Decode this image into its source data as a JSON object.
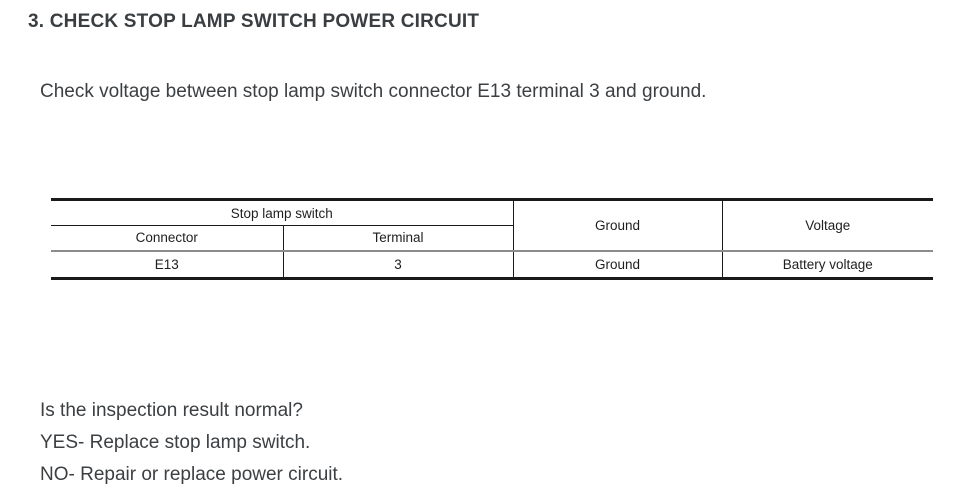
{
  "page": {
    "heading": "3. CHECK STOP LAMP SWITCH POWER CIRCUIT",
    "instruction": "Check voltage between stop lamp switch connector E13 terminal 3 and ground."
  },
  "table": {
    "header": {
      "group": "Stop lamp switch",
      "connector": "Connector",
      "terminal": "Terminal",
      "ground": "Ground",
      "voltage": "Voltage"
    },
    "rows": [
      {
        "connector": "E13",
        "terminal": "3",
        "ground": "Ground",
        "voltage": "Battery voltage"
      }
    ]
  },
  "result": {
    "question": "Is the inspection result normal?",
    "yes": "YES- Replace stop lamp switch.",
    "no": "NO- Repair or replace power circuit."
  }
}
